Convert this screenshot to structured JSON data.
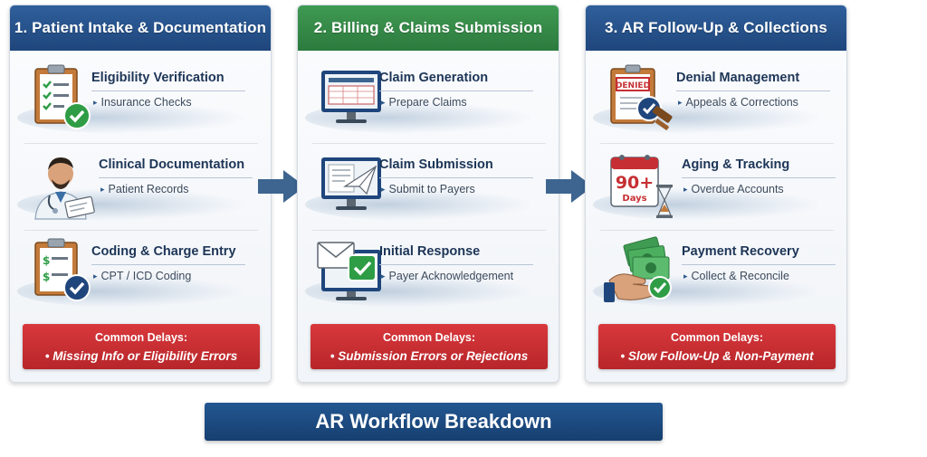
{
  "columns": [
    {
      "header": "1. Patient Intake & Documentation",
      "items": [
        {
          "title": "Eligibility Verification",
          "subtitle": "Insurance Checks",
          "icon": "clipboard-check-icon"
        },
        {
          "title": "Clinical Documentation",
          "subtitle": "Patient Records",
          "icon": "doctor-icon"
        },
        {
          "title": "Coding & Charge Entry",
          "subtitle": "CPT / ICD Coding",
          "icon": "coding-clipboard-icon"
        }
      ],
      "delays_label": "Common Delays:",
      "delays_text": "• Missing Info or Eligibility Errors"
    },
    {
      "header": "2. Billing & Claims Submission",
      "items": [
        {
          "title": "Claim Generation",
          "subtitle": "Prepare Claims",
          "icon": "monitor-form-icon"
        },
        {
          "title": "Claim Submission",
          "subtitle": "Submit to Payers",
          "icon": "monitor-send-icon"
        },
        {
          "title": "Initial Response",
          "subtitle": "Payer Acknowledgement",
          "icon": "monitor-mail-check-icon"
        }
      ],
      "delays_label": "Common Delays:",
      "delays_text": "• Submission Errors or Rejections"
    },
    {
      "header": "3. AR Follow-Up & Collections",
      "items": [
        {
          "title": "Denial Management",
          "subtitle": "Appeals & Corrections",
          "icon": "denied-gavel-icon",
          "badge": "DENIED"
        },
        {
          "title": "Aging & Tracking",
          "subtitle": "Overdue Accounts",
          "icon": "calendar-hourglass-icon",
          "badge": "90+",
          "badge2": "Days"
        },
        {
          "title": "Payment Recovery",
          "subtitle": "Collect & Reconcile",
          "icon": "cash-hand-icon"
        }
      ],
      "delays_label": "Common Delays:",
      "delays_text": "• Slow Follow-Up & Non-Payment"
    }
  ],
  "footer": "AR Workflow Breakdown",
  "colors": {
    "header_blue": "#1f467c",
    "header_green": "#2c7a3e",
    "delay_red": "#c62f33",
    "footer_blue": "#1c4b82",
    "arrow": "#3d6590",
    "check_green": "#2e9d45"
  }
}
